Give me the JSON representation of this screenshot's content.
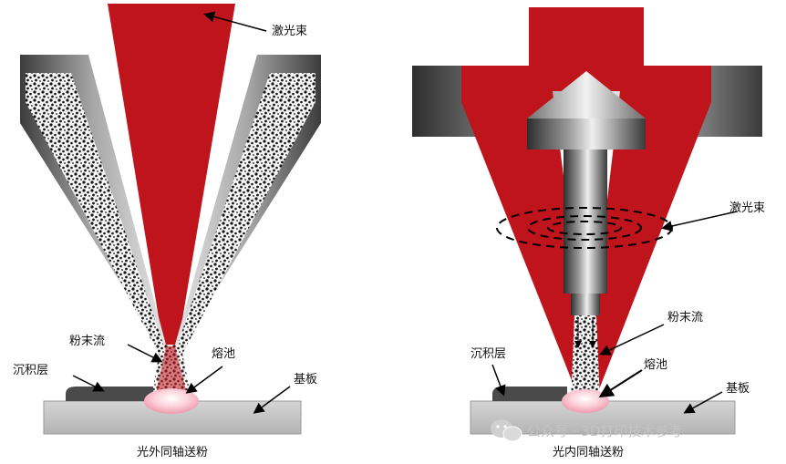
{
  "left_diagram": {
    "caption": "光外同轴送粉",
    "labels": {
      "laser_beam": "激光束",
      "powder_flow": "粉末流",
      "molten_pool": "熔池",
      "deposition_layer": "沉积层",
      "substrate": "基板"
    }
  },
  "right_diagram": {
    "caption": "光内同轴送粉",
    "labels": {
      "laser_beam": "激光束",
      "powder_flow": "粉末流",
      "molten_pool": "熔池",
      "deposition_layer": "沉积层",
      "substrate": "基板"
    }
  },
  "watermark": {
    "text": "公众号 · 3D打印技术参考",
    "icon": "wechat-icon"
  },
  "colors": {
    "laser_red": "#c0141c",
    "nozzle_gray": "#8a8a8a",
    "substrate_gray": "#c9c9c9",
    "deposit_dark": "#4a4a4a",
    "pool_pink": "#f6b9c6"
  }
}
